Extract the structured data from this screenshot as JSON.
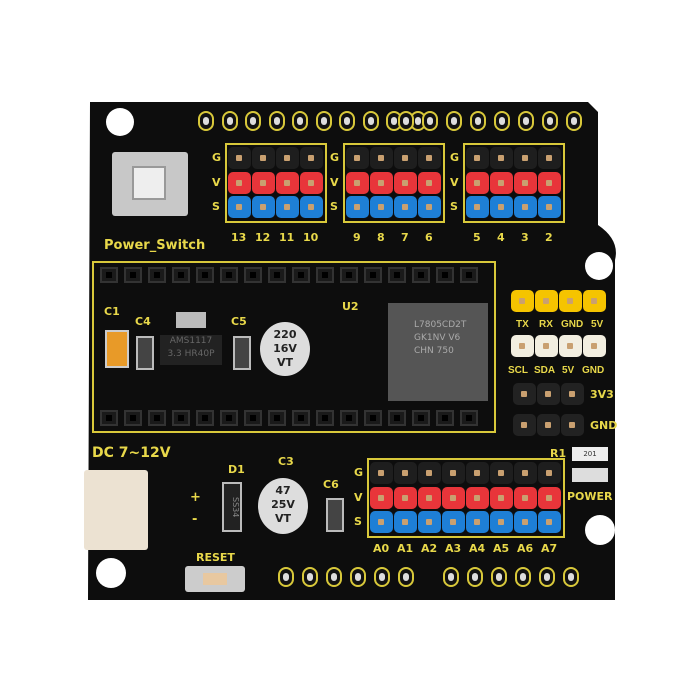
{
  "board": {
    "power_switch_label": "Power_Switch",
    "dc_label": "DC 7~12V",
    "reset_label": "RESET",
    "power_led_label": "POWER",
    "plus": "+",
    "minus": "-",
    "row_labels": [
      "G",
      "V",
      "S"
    ],
    "digital_pins": [
      [
        "13",
        "12",
        "11",
        "10"
      ],
      [
        "9",
        "8",
        "7",
        "6"
      ],
      [
        "5",
        "4",
        "3",
        "2"
      ]
    ],
    "analog_pins": [
      "A0",
      "A1",
      "A2",
      "A3",
      "A4",
      "A5",
      "A6",
      "A7"
    ],
    "uart_labels": [
      "TX",
      "RX",
      "GND",
      "5V"
    ],
    "i2c_labels": [
      "SCL",
      "SDA",
      "5V",
      "GND"
    ],
    "label_3v3": "3V3",
    "label_gnd": "GND",
    "components": {
      "c1": "C1",
      "c4": "C4",
      "c5": "C5",
      "c3": "C3",
      "c6": "C6",
      "d1": "D1",
      "u2": "U2",
      "r1": "R1"
    },
    "chip_text": {
      "ams": "AMS1117",
      "ams2": "3.3 HR40P",
      "reg1": "L7805CD2T",
      "reg2": "GK1NV V6",
      "reg3": "CHN 750",
      "diode": "SS34",
      "r1_value": "201"
    },
    "cap1": [
      "220",
      "16V",
      "VT"
    ],
    "cap2": [
      "47",
      "25V",
      "VT"
    ]
  },
  "colors": {
    "board": "#0d0d0d",
    "silk": "#e8d84a",
    "red": "#e8353a",
    "blue": "#1e7fd6",
    "black_header": "#222",
    "yellow_header": "#f5c400",
    "white_header": "#f2eee0"
  }
}
